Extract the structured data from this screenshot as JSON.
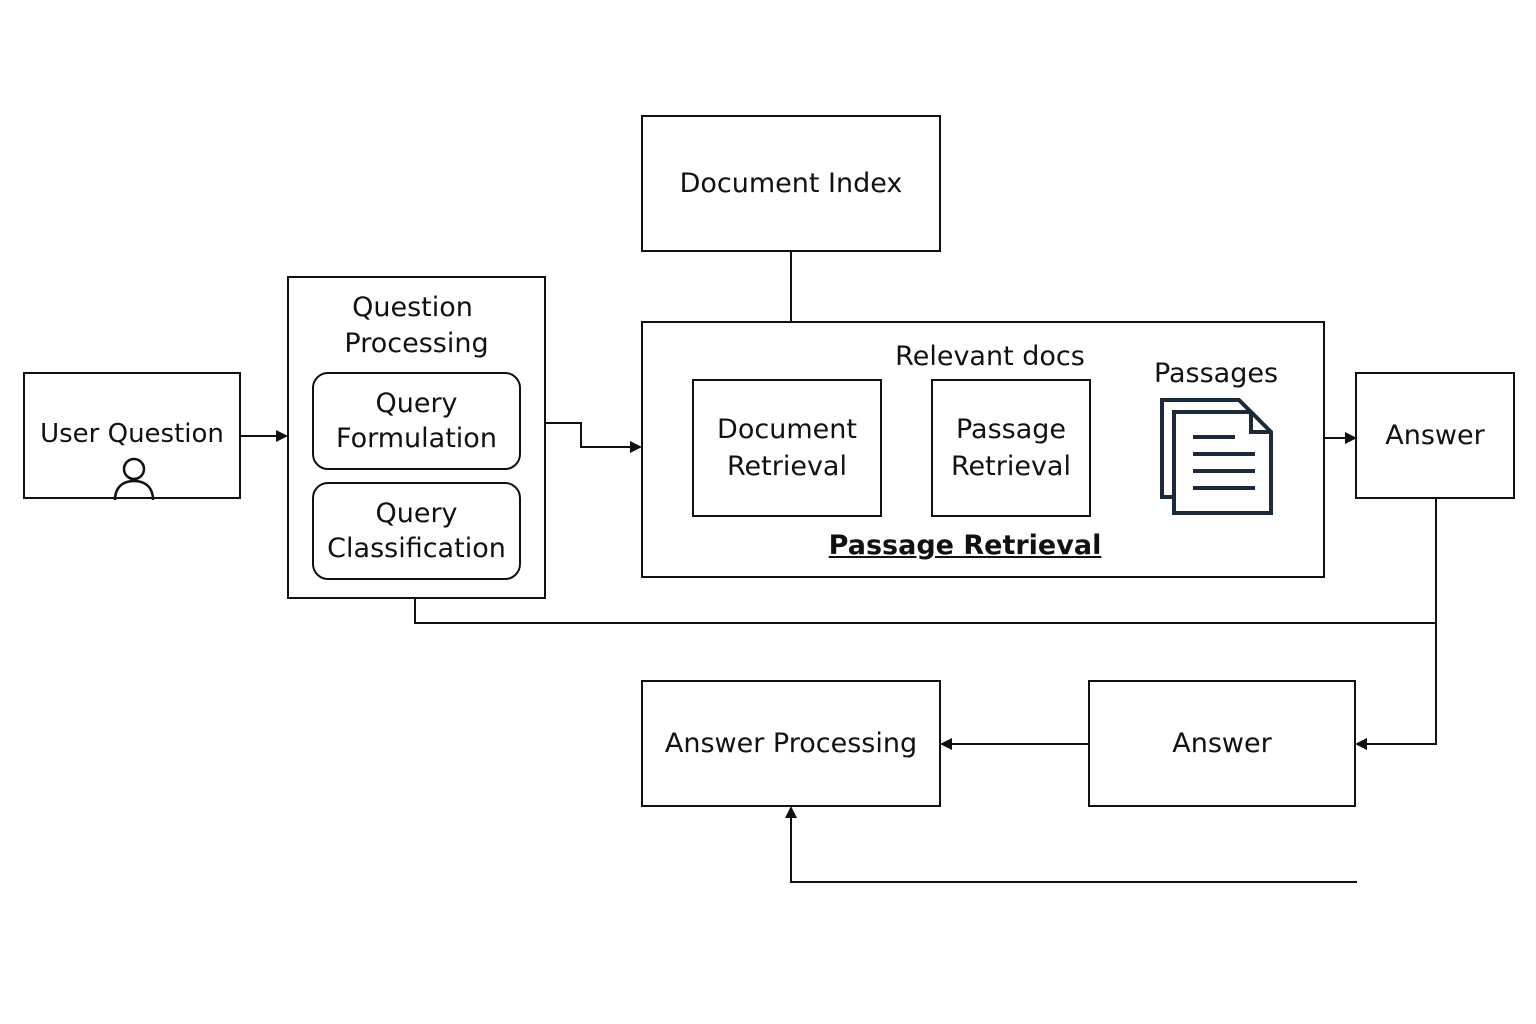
{
  "nodes": {
    "user_question": {
      "label": "User Question"
    },
    "question_processing": {
      "title_line1": "Question",
      "title_line2": "Processing"
    },
    "query_formulation": {
      "line1": "Query",
      "line2": "Formulation"
    },
    "query_classification": {
      "line1": "Query",
      "line2": "Classification"
    },
    "document_index": {
      "label": "Document Index"
    },
    "passage_retrieval_group": {
      "caption": "Passage Retrieval",
      "sublabel": "Relevant docs"
    },
    "document_retrieval": {
      "line1": "Document",
      "line2": "Retrieval"
    },
    "passage_retrieval": {
      "line1": "Passage",
      "line2": "Retrieval"
    },
    "passages": {
      "label": "Passages",
      "icon": "documents-icon"
    },
    "answer_top": {
      "label": "Answer"
    },
    "answer_bottom": {
      "label": "Answer"
    },
    "answer_processing": {
      "label": "Answer Processing"
    }
  },
  "icons": {
    "user": "user-icon",
    "documents": "documents-icon"
  },
  "colors": {
    "stroke": "#111111",
    "background": "#ffffff"
  }
}
